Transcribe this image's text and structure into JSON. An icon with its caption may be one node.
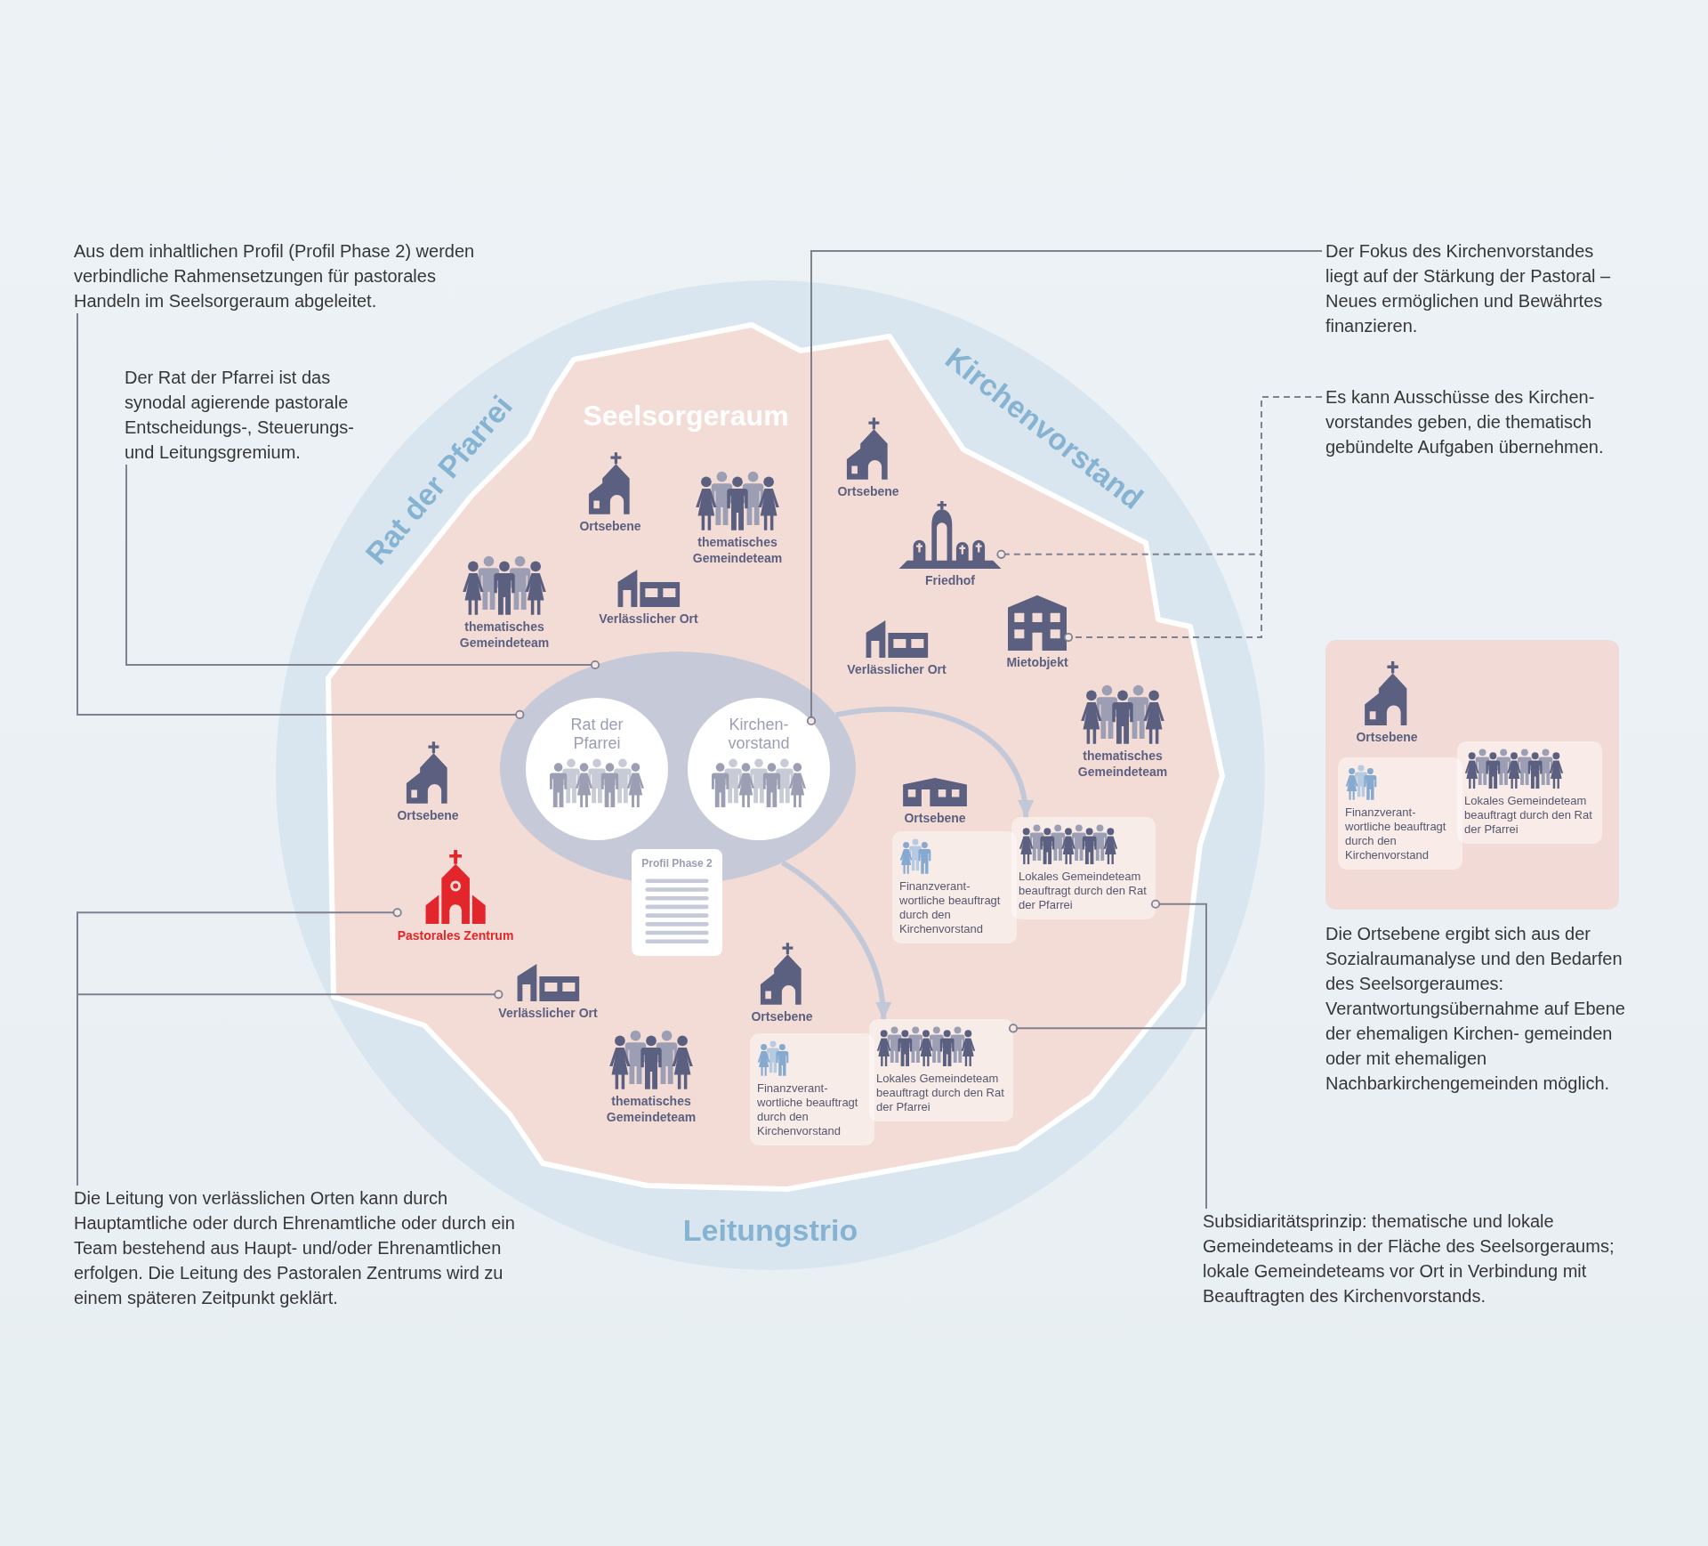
{
  "diagram": {
    "nodes": [
      {
        "text": [
          "Aus dem inhaltlichen Profil (Profil Phase 2) werden verbindliche Rahmensetzungen für pastorales Handeln im Seelsorgeraum abgeleitet."
        ]
      },
      {
        "text": [
          "Der Fokus des Kirchenvorstandes liegt auf der Stärkung der Pastoral – Neues ermöglichen und Bewährtes finanzieren."
        ]
      },
      {
        "text": [
          "Der Rat der Pfarrei ist das synodal agierende pastorale Entscheidungs-, Steuerungs- und Leitungsgremium."
        ]
      },
      {
        "text": [
          "Es kann Ausschüsse des Kirchen- vorstandes geben, die thematisch gebündelte Aufgaben übernehmen."
        ]
      },
      {
        "text": [
          "Rat der Pfarrei",
          "Kirchenvorstand",
          "Leitungstrio"
        ]
      },
      {
        "text": [
          "Seelsorgeraum"
        ],
        "in": 4
      },
      {
        "text": [
          "Ortsebene"
        ],
        "in": 5
      },
      {
        "text": [
          "Ortsebene"
        ],
        "in": 5
      },
      {
        "text": [
          "thematisches Gemeindeteam"
        ],
        "in": 5
      },
      {
        "text": [
          "Friedhof"
        ],
        "in": 5
      },
      {
        "text": [
          "thematisches Gemeindeteam"
        ],
        "in": 5
      },
      {
        "text": [
          "Verlässlicher Ort"
        ],
        "in": 5
      },
      {
        "text": [
          "Mietobjekt"
        ],
        "in": 5
      },
      {
        "text": [
          "Verlässlicher Ort"
        ],
        "in": 5
      },
      {
        "text": [],
        "shape": "ellipse",
        "in": 5
      },
      {
        "text": [
          "Rat der Pfarrei"
        ],
        "in": 14
      },
      {
        "text": [
          "Kirchen- vorstand"
        ],
        "in": 14
      },
      {
        "text": [
          "thematisches Gemeindeteam"
        ],
        "in": 5
      },
      {
        "text": [
          "Ortsebene"
        ],
        "in": 5
      },
      {
        "text": [
          "Ortsebene"
        ],
        "in": 5
      },
      {
        "text": [
          "Finanzverant- wortliche beauftragt durch den Kirchenvorstand"
        ],
        "in": 5
      },
      {
        "text": [
          "Lokales Gemeindeteam beauftragt durch den Rat der Pfarrei"
        ],
        "in": 5
      },
      {
        "text": [
          "Profil Phase 2"
        ],
        "in": 5
      },
      {
        "text": [
          "Pastorales Zentrum"
        ],
        "in": 5
      },
      {
        "text": [
          "Verlässlicher Ort"
        ],
        "in": 5
      },
      {
        "text": [
          "Ortsebene"
        ],
        "in": 5
      },
      {
        "text": [
          "thematisches Gemeindeteam"
        ],
        "in": 5
      },
      {
        "text": [
          "Finanzverant- wortliche beauftragt durch den Kirchenvorstand"
        ],
        "in": 5
      },
      {
        "text": [
          "Lokales Gemeindeteam beauftragt durch den Rat der Pfarrei"
        ],
        "in": 5
      },
      {
        "text": [],
        "shape": "box"
      },
      {
        "text": [
          "Ortsebene"
        ],
        "in": 29
      },
      {
        "text": [
          "Finanzverant- wortliche beauftragt durch den Kirchenvorstand"
        ],
        "in": 29
      },
      {
        "text": [
          "Lokales Gemeindeteam beauftragt durch den Rat der Pfarrei"
        ],
        "in": 29
      },
      {
        "text": [
          "Die Leitung von verlässlichen Orten kann durch Hauptamtliche oder durch Ehrenamtliche oder durch ein Team bestehend aus Haupt- und/oder Ehrenamtlichen erfolgen. Die Leitung des Pastoralen Zentrums wird zu einem späteren Zeitpunkt geklärt."
        ]
      },
      {
        "text": [
          "Subsidiaritätsprinzip: thematische und lokale Gemeindeteams in der Fläche des Seelsorgeraums; lokale Gemeindeteams vor Ort in Verbindung mit Beauftragten des Kirchenvorstands."
        ]
      }
    ],
    "edges": [
      {
        "from": 0,
        "to": 14,
        "arrow": "other"
      },
      {
        "from": 1,
        "to": 16,
        "arrow": "other"
      },
      {
        "from": 2,
        "to": 14,
        "arrow": "other"
      },
      {
        "from": 3,
        "to": 9,
        "arrow": "other",
        "style": "dashed"
      },
      {
        "from": 3,
        "to": 12,
        "arrow": "other",
        "style": "dashed"
      },
      {
        "from": 14,
        "to": 21,
        "arrow": "to",
        "style": "thick",
        "color": "#c3c8d9"
      },
      {
        "from": 14,
        "to": 28,
        "arrow": "to",
        "style": "thick",
        "color": "#c3c8d9"
      },
      {
        "from": 33,
        "to": 23,
        "arrow": "other"
      },
      {
        "from": 33,
        "to": 24,
        "arrow": "other"
      },
      {
        "from": 34,
        "to": 21,
        "arrow": "other"
      },
      {
        "from": 34,
        "to": 28,
        "arrow": "other"
      }
    ],
    "labels": [
      "Die Ortsebene ergibt sich aus der Sozialraumanalyse und den Bedarfen des Seelsorgeraumes: Verantwortungsübernahme auf Ebene der ehemaligen Kirchen- gemeinden oder mit ehemaligen Nachbarkirchengemeinden möglich."
    ]
  }
}
